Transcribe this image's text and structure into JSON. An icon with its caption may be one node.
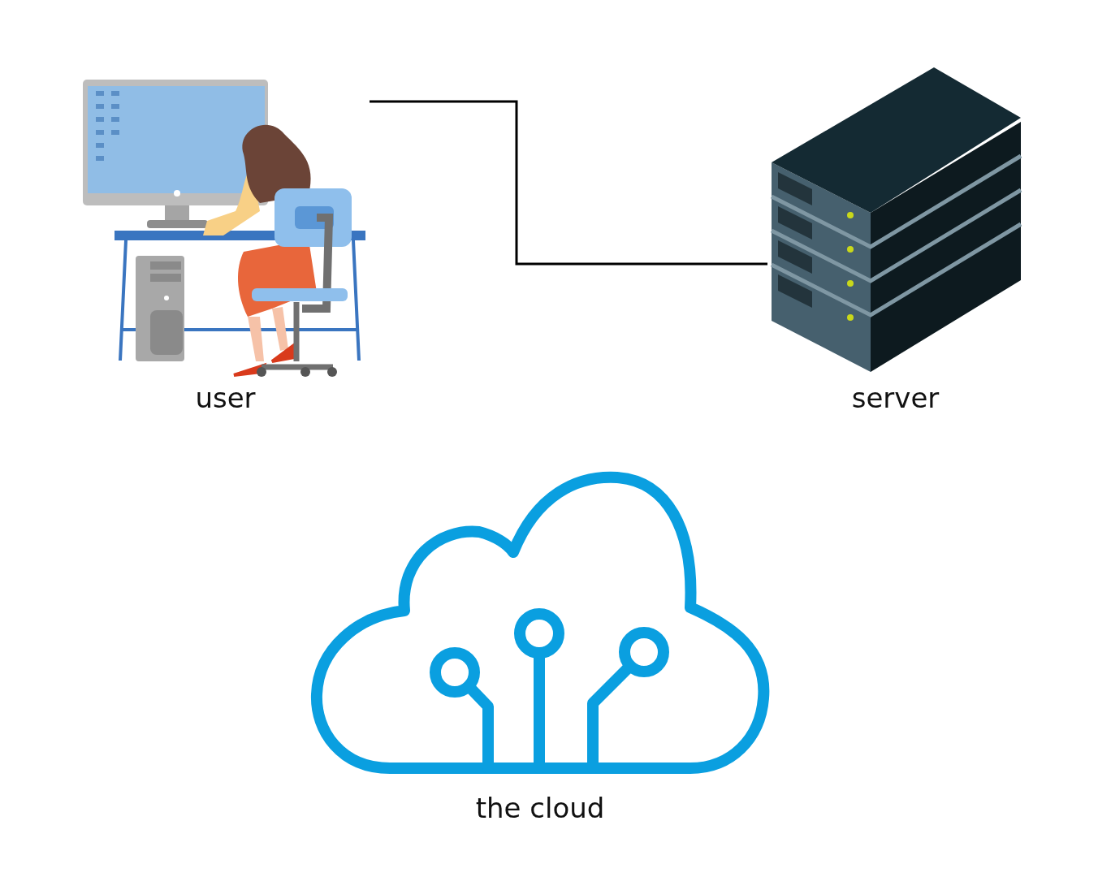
{
  "diagram": {
    "nodes": [
      {
        "text": [
          "user"
        ]
      },
      {
        "text": [
          "server"
        ]
      },
      {
        "text": [
          "the cloud"
        ]
      }
    ],
    "edges": [
      {
        "from": 0,
        "to": 1,
        "arrow": "none"
      }
    ]
  }
}
